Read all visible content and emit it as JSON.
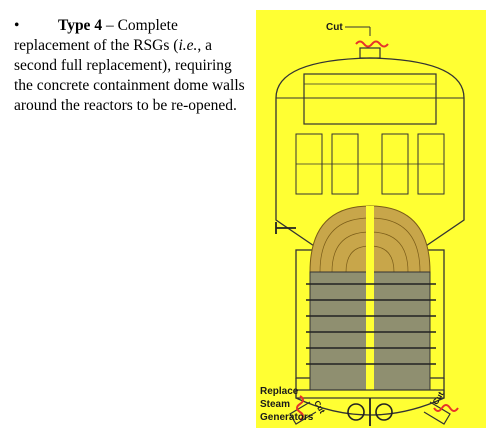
{
  "paragraph": {
    "bullet": "•",
    "type_label": "Type 4",
    "dash": " – Complete replacement of the RSGs (",
    "ie": "i.e.",
    "rest": ", a second full replacement), requiring the concrete containment dome walls around the reactors to be re-opened."
  },
  "figure": {
    "cut_top": "Cut",
    "cut_left": "Cut",
    "cut_right": "Cut",
    "caption_line1": "Replace",
    "caption_line2": "Steam",
    "caption_line3": "Generators",
    "background_color": "#ffff33",
    "wave_color": "#e8332a"
  }
}
